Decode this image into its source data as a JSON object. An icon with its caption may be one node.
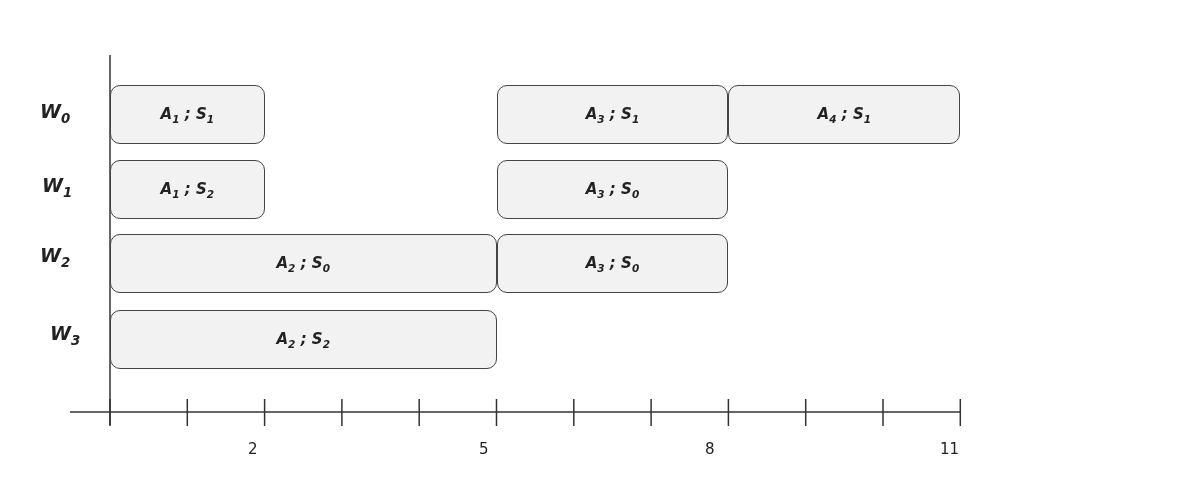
{
  "diagram": {
    "nodes": [
      {
        "text": [
          "A$_{1}$ ; S$_{1}$"
        ]
      },
      {
        "text": [
          "A$_{3}$ ; S$_{1}$"
        ]
      },
      {
        "text": [
          "A$_{4}$ ; S$_{1}$"
        ]
      },
      {
        "text": [
          "A$_{1}$ ; S$_{2}$"
        ]
      },
      {
        "text": [
          "A$_{3}$ ; S$_{0}$"
        ]
      },
      {
        "text": [
          "A$_{2}$ ; S$_{0}$"
        ]
      },
      {
        "text": [
          "A$_{3}$ ; S$_{0}$"
        ]
      },
      {
        "text": [
          "A$_{2}$ ; S$_{2}$"
        ]
      }
    ],
    "labels": [
      "W$_{0}$",
      "W$_{1}$",
      "W$_{2}$",
      "W$_{3}$",
      "2",
      "5",
      "8",
      "11"
    ]
  }
}
